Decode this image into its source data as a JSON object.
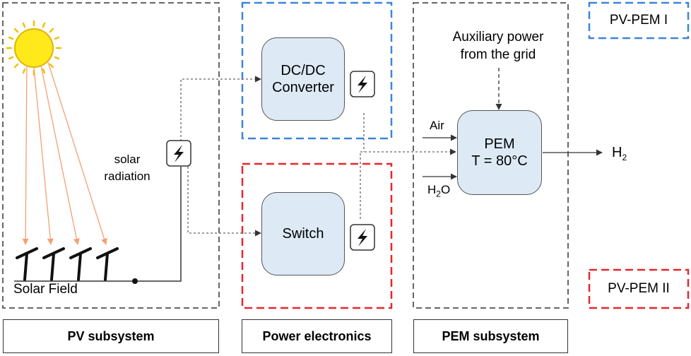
{
  "subsystems": {
    "pv": "PV subsystem",
    "power_electronics": "Power electronics",
    "pem": "PEM subsystem"
  },
  "components": {
    "dcdc_line1": "DC/DC",
    "dcdc_line2": "Converter",
    "switch": "Switch",
    "pem_line1": "PEM",
    "pem_line2": "T = 80°C"
  },
  "labels": {
    "solar_line1": "solar",
    "solar_line2": "radiation",
    "solar_field": "Solar Field",
    "aux_line1": "Auxiliary power",
    "aux_line2": "from the grid",
    "air": "Air",
    "h2o_main": "H",
    "h2o_sub": "2",
    "h2o_tail": "O",
    "h2_main": "H",
    "h2_sub": "2"
  },
  "legend": {
    "pv_pem_1": "PV-PEM I",
    "pv_pem_2": "PV-PEM II"
  },
  "colors": {
    "blue_dash": "#3d85d8",
    "red_dash": "#e8262b",
    "box_fill": "#ddeaf5",
    "sun_fill": "#ffe91a",
    "ray": "#f4a070"
  },
  "icons": {
    "sun": "sun-icon",
    "bolt": "lightning-bolt-icon",
    "panel": "solar-panel-icon"
  }
}
